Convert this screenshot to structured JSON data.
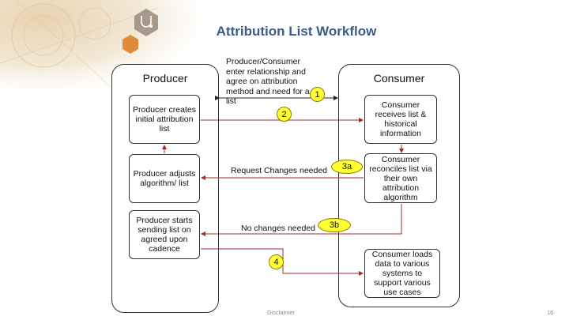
{
  "title": "Attribution List Workflow",
  "lanes": {
    "producer": "Producer",
    "consumer": "Consumer"
  },
  "boxes": {
    "producer_create": "Producer creates initial attribution list",
    "producer_adjust": "Producer adjusts algorithm/ list",
    "producer_send": "Producer starts sending list on agreed upon cadence",
    "consumer_receive": "Consumer receives list & historical information",
    "consumer_reconcile": "Consumer reconciles list via their own attribution algorithm",
    "consumer_load": "Consumer loads data to various systems to support various use cases"
  },
  "flow_labels": {
    "relationship": "Producer/Consumer enter relationship and agree on attribution method and need for a list",
    "request_changes": "Request Changes needed",
    "no_changes": "No changes needed"
  },
  "badges": {
    "b1": "1",
    "b2": "2",
    "b3a": "3a",
    "b3b": "3b",
    "b4": "4"
  },
  "footer": {
    "disclaimer": "Disclaimer",
    "page_number": "16"
  },
  "colors": {
    "title": "#3d5a86",
    "arrow": "#a52a2a",
    "badge": "#ffff33"
  }
}
